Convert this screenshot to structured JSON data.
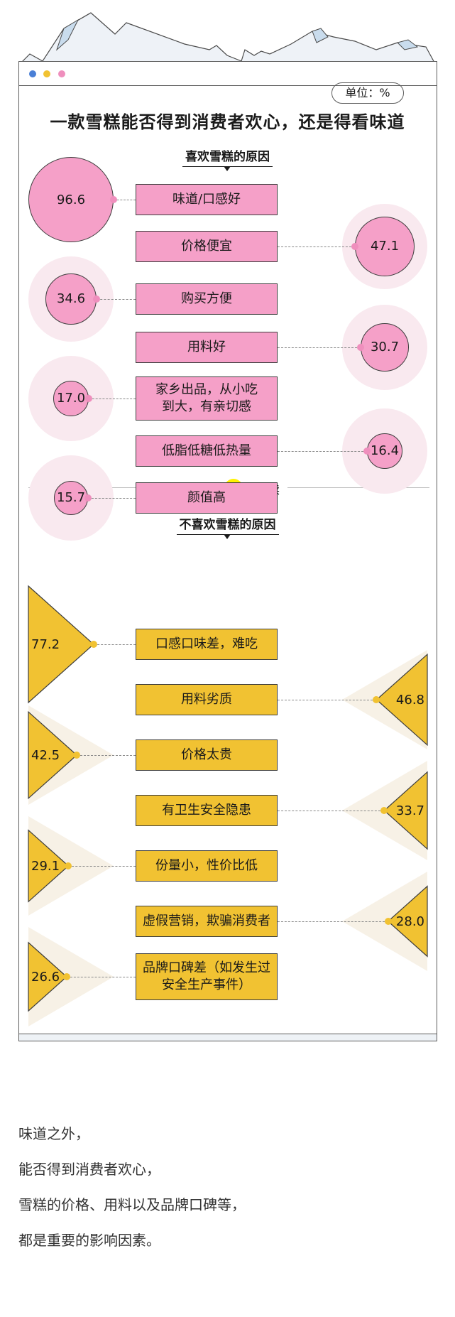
{
  "title": "一款雪糕能否得到消费者欢心，还是得看味道",
  "unit_label": "单位：%",
  "window_dots": {
    "blue": "#4a7fd6",
    "yellow": "#f1c232",
    "pink": "#ef8fbd"
  },
  "colors": {
    "pink": "#f5a0c8",
    "yellow": "#f1c232",
    "pink_halo": "#f9e9ef",
    "yellow_halo": "#f7f1e6"
  },
  "brand": {
    "left": "网易",
    "mid": "文创",
    "logo": "NetEase",
    "sep": "/",
    "right": "数读"
  },
  "chart_data": [
    {
      "type": "bubble",
      "title": "喜欢雪糕的原因",
      "categories": [
        "味道/口感好",
        "价格便宜",
        "购买方便",
        "用料好",
        "家乡出品，从小吃到大，有亲切感",
        "低脂低糖低热量",
        "颜值高"
      ],
      "values": [
        96.6,
        47.1,
        34.6,
        30.7,
        17.0,
        16.4,
        15.7
      ],
      "value_labels": [
        "96.6",
        "47.1",
        "34.6",
        "30.7",
        "17.0",
        "16.4",
        "15.7"
      ],
      "label_lines": [
        [
          "味道/口感好"
        ],
        [
          "价格便宜"
        ],
        [
          "购买方便"
        ],
        [
          "用料好"
        ],
        [
          "家乡出品，从小吃",
          "到大，有亲切感"
        ],
        [
          "低脂低糖低热量"
        ],
        [
          "颜值高"
        ]
      ],
      "sides": [
        "left",
        "right",
        "left",
        "right",
        "left",
        "right",
        "left"
      ]
    },
    {
      "type": "triangle",
      "title": "不喜欢雪糕的原因",
      "categories": [
        "口感口味差，难吃",
        "用料劣质",
        "价格太贵",
        "有卫生安全隐患",
        "份量小，性价比低",
        "虚假营销，欺骗消费者",
        "品牌口碑差（如发生过安全生产事件）"
      ],
      "values": [
        77.2,
        46.8,
        42.5,
        33.7,
        29.1,
        28.0,
        26.6
      ],
      "value_labels": [
        "77.2",
        "46.8",
        "42.5",
        "33.7",
        "29.1",
        "28.0",
        "26.6"
      ],
      "label_lines": [
        [
          "口感口味差，难吃"
        ],
        [
          "用料劣质"
        ],
        [
          "价格太贵"
        ],
        [
          "有卫生安全隐患"
        ],
        [
          "份量小，性价比低"
        ],
        [
          "虚假营销，欺骗消费者"
        ],
        [
          "品牌口碑差（如发生过",
          "安全生产事件）"
        ]
      ],
      "sides": [
        "left",
        "right",
        "left",
        "right",
        "left",
        "right",
        "left"
      ]
    }
  ],
  "caption_lines": [
    "味道之外，",
    "能否得到消费者欢心，",
    "雪糕的价格、用料以及品牌口碑等，",
    "都是重要的影响因素。"
  ]
}
